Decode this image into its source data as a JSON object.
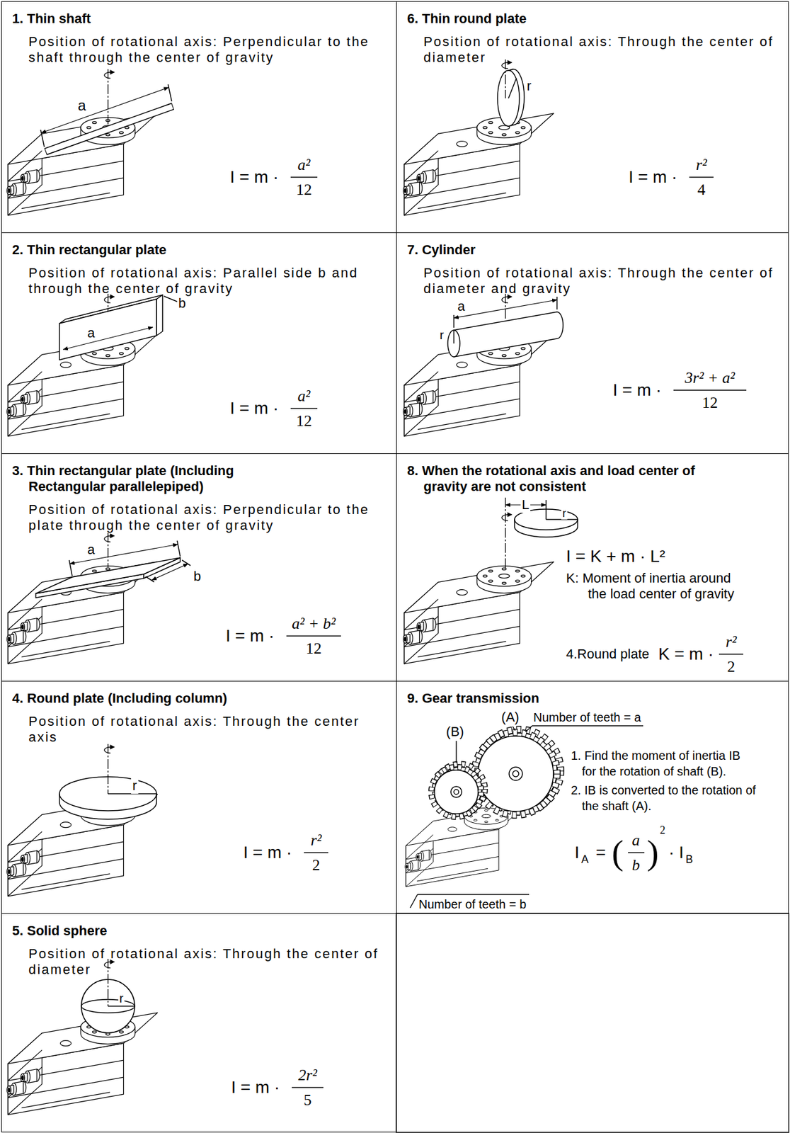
{
  "diagram": {
    "nodes": [
      {
        "text": [
          "1. Thin shaft",
          "Position of rotational axis: Perpendicular to the shaft through the center of gravity"
        ]
      },
      {
        "text": [
          "2. Thin rectangular plate",
          "Position of rotational axis: Parallel side b and through the center of gravity"
        ]
      },
      {
        "text": [
          "3. Thin rectangular plate (Including Rectangular parallelepiped)",
          "Position of rotational axis: Perpendicular to the plate through the center of gravity"
        ]
      },
      {
        "text": [
          "4. Round plate (Including column)",
          "Position of rotational axis: Through the center axis"
        ]
      },
      {
        "text": [
          "5. Solid sphere",
          "Position of rotational axis: Through the center of diameter"
        ]
      },
      {
        "text": [
          "6. Thin round plate",
          "Position of rotational axis: Through the center of diameter"
        ]
      },
      {
        "text": [
          "7. Cylinder",
          "Position of rotational axis: Through the center of diameter and gravity"
        ]
      },
      {
        "text": [
          "8. When the rotational axis and load center of gravity are not consistent"
        ]
      },
      {
        "text": [
          "9. Gear transmission"
        ]
      }
    ],
    "labels": [
      "a",
      "I = m ·",
      "a²",
      "12",
      "a",
      "b",
      "I = m ·",
      "a²",
      "12",
      "a",
      "b",
      "I = m ·",
      "a² + b²",
      "12",
      "r",
      "I = m ·",
      "r²",
      "2",
      "r",
      "I = m ·",
      "2r²",
      "5",
      "r",
      "I = m ·",
      "r²",
      "4",
      "a",
      "r",
      "I = m ·",
      "3r² + a²",
      "12",
      "L",
      "r",
      "I = K + m · L²",
      "K: Moment of inertia around the load center of gravity",
      "4.Round plate",
      "K = m ·",
      "r²",
      "2",
      "(A)",
      "(B)",
      "Number of teeth = a",
      "1. Find the moment of inertia IB for the rotation of shaft (B).",
      "2. IB is converted to the rotation of the shaft (A).",
      "I",
      "A",
      "=",
      "(",
      "a",
      "b",
      ")",
      "2",
      "· I",
      "B",
      "Number of teeth = b"
    ]
  }
}
